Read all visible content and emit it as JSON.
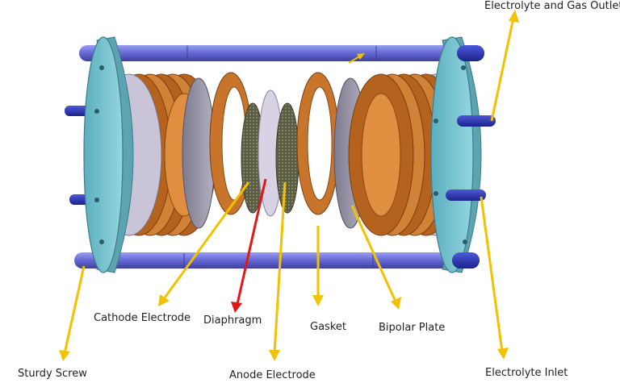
{
  "labels": {
    "electrolyte_gas_outlet": "Electrolyte and Gas Outlet",
    "cathode_electrode": "Cathode Electrode",
    "diaphragm": "Diaphragm",
    "gasket": "Gasket",
    "bipolar_plate": "Bipolar Plate",
    "sturdy_screw": "Sturdy Screw",
    "anode_electrode": "Anode Electrode",
    "electrolyte_inlet": "Electrolyte Inlet"
  },
  "colors": {
    "arrow_yellow": "#F2C100",
    "arrow_red": "#E01818",
    "rod": "#6A6ED6",
    "flange": "#7EC9D4",
    "copper": "#C8742A",
    "plate": "#9A98A8",
    "mesh": "#5E6048",
    "diaphragm": "#D8D2E4"
  }
}
